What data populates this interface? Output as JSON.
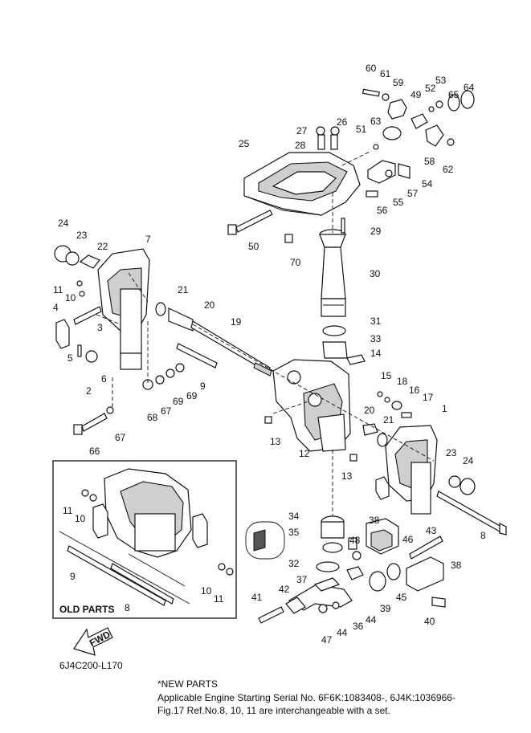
{
  "drawing_code": "6J4C200-L170",
  "old_parts_label": "OLD PARTS",
  "fwd_label": "FWD",
  "notes": {
    "heading": "*NEW PARTS",
    "line1": "Applicable Engine Starting Serial No. 6F6K:1083408-, 6J4K:1036966-",
    "line2": "Fig.17 Ref.No.8, 10, 11 are interchangeable with a set."
  },
  "callouts": {
    "c60": "60",
    "c61": "61",
    "c64": "64",
    "c59": "59",
    "c53": "53",
    "c65": "65",
    "c49": "49",
    "c52": "52",
    "c63": "63",
    "c51": "51",
    "c58": "58",
    "c62": "62",
    "c27": "27",
    "c26": "26",
    "c28": "28",
    "c25": "25",
    "c57": "57",
    "c54": "54",
    "c55": "55",
    "c56": "56",
    "c29": "29",
    "c50": "50",
    "c70": "70",
    "c30": "30",
    "c24a": "24",
    "c23a": "23",
    "c22": "22",
    "c7": "7",
    "c11a": "11",
    "c10a": "10",
    "c21a": "21",
    "c20a": "20",
    "c4": "4",
    "c3": "3",
    "c19": "19",
    "c31": "31",
    "c33": "33",
    "c14": "14",
    "c5": "5",
    "c6": "6",
    "c2": "2",
    "c9a": "9",
    "c69a": "69",
    "c69b": "69",
    "c68": "68",
    "c67a": "67",
    "c15": "15",
    "c18": "18",
    "c16": "16",
    "c17": "17",
    "c1": "1",
    "c20b": "20",
    "c21b": "21",
    "c13a": "13",
    "c12": "12",
    "c13b": "13",
    "c66": "66",
    "c67b": "67",
    "c23b": "23",
    "c24b": "24",
    "c8a": "8",
    "c11b": "11",
    "c10b": "10",
    "c34": "34",
    "c35": "35",
    "c38a": "38",
    "c43": "43",
    "c46": "46",
    "c48": "48",
    "c32": "32",
    "c38b": "38",
    "c9b": "9",
    "c10c": "10",
    "c11c": "11",
    "c8b": "8",
    "c37": "37",
    "c45": "45",
    "c39": "39",
    "c42": "42",
    "c41": "41",
    "c44a": "44",
    "c36": "36",
    "c40": "40",
    "c47": "47",
    "c44b": "44"
  }
}
